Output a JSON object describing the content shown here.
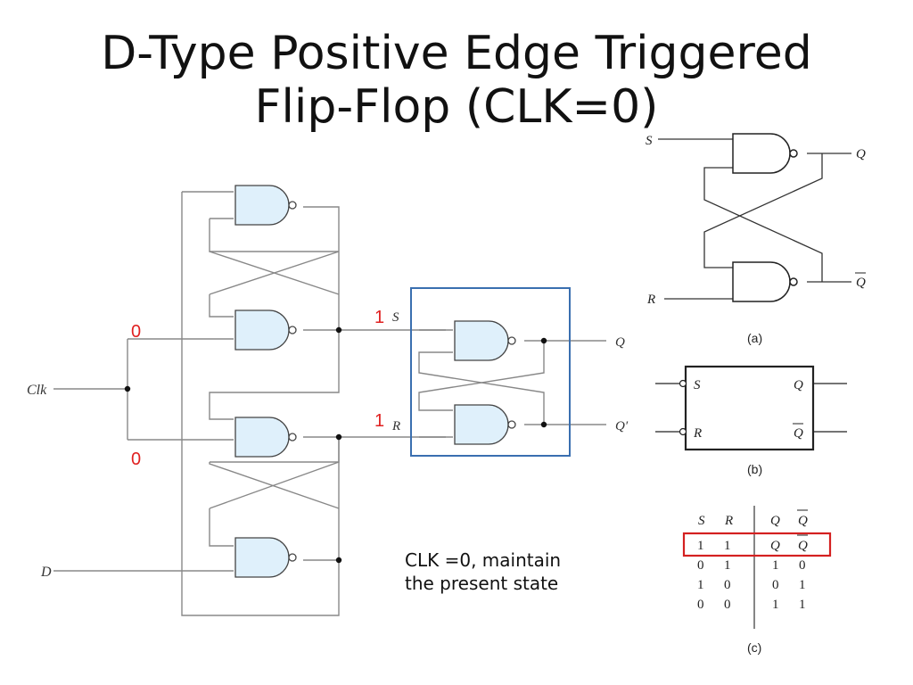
{
  "title": {
    "line1": "D-Type Positive Edge Triggered",
    "line2": "Flip-Flop (CLK=0)"
  },
  "main_circuit": {
    "clk_label": "Clk",
    "d_label": "D",
    "s_label": "S",
    "r_label": "R",
    "q_label": "Q",
    "qprime_label": "Q′",
    "clk_upper_value": "0",
    "clk_lower_value": "0",
    "s_value": "1",
    "r_value": "1"
  },
  "note": {
    "line1": "CLK =0, maintain",
    "line2": "the present state"
  },
  "fig_a": {
    "s_label": "S",
    "r_label": "R",
    "q_label": "Q",
    "qbar_label": "Q",
    "caption": "(a)"
  },
  "fig_b": {
    "s_label": "S",
    "r_label": "R",
    "q_label": "Q",
    "qbar_label": "Q",
    "caption": "(b)"
  },
  "fig_c": {
    "headers": [
      "S",
      "R",
      "Q",
      "Q"
    ],
    "rows": [
      [
        "1",
        "1",
        "Q",
        "Q"
      ],
      [
        "0",
        "1",
        "1",
        "0"
      ],
      [
        "1",
        "0",
        "0",
        "1"
      ],
      [
        "0",
        "0",
        "1",
        "1"
      ]
    ],
    "caption": "(c)"
  },
  "colors": {
    "gate_fill": "#dff0fb",
    "wire": "#888888",
    "highlight_box": "#3a6fb0",
    "value_red": "#e02020",
    "table_highlight": "#d42020"
  }
}
